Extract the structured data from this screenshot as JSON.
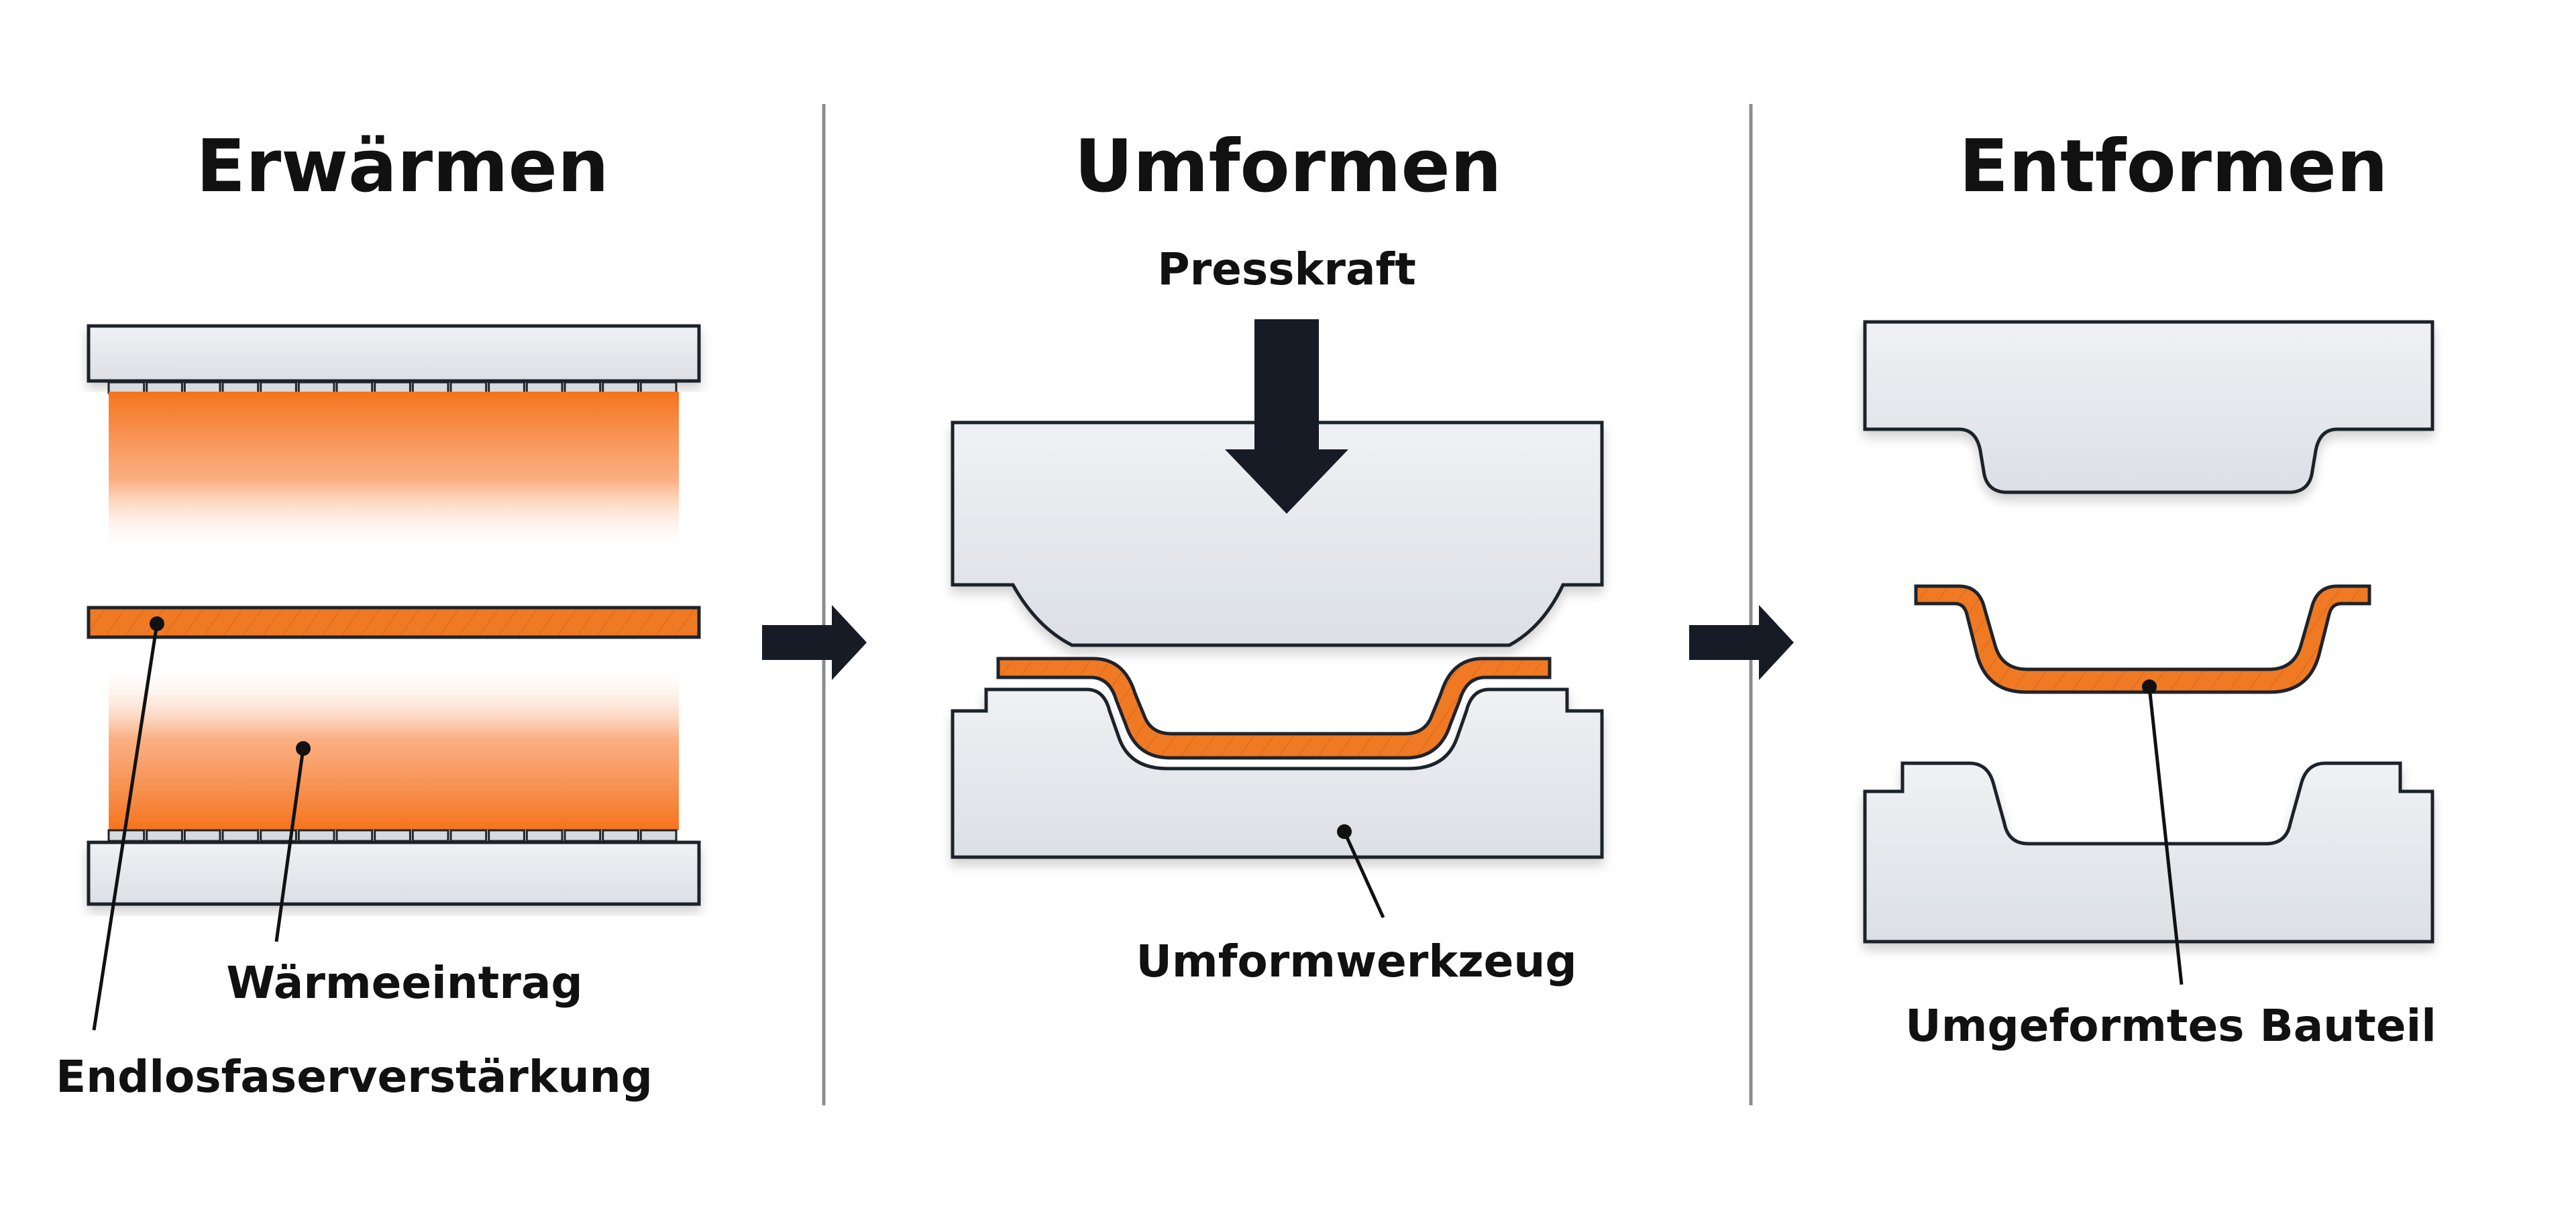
{
  "colors": {
    "background": "#ffffff",
    "tool_fill": "#e4e6ea",
    "tool_stroke": "#1f232b",
    "composite": "#f07a24",
    "heat": "#f5731c",
    "arrow": "#161b26",
    "divider": "#8a8d92"
  },
  "icons": {
    "process_arrow": "right-arrow-icon",
    "force_arrow": "down-arrow-icon"
  },
  "steps": [
    {
      "title": "Erwärmen"
    },
    {
      "title": "Umformen"
    },
    {
      "title": "Entformen"
    }
  ],
  "labels": {
    "heat_input": "Wärmeeintrag",
    "fiber_reinforcement": "Endlosfaserverstärkung",
    "press_force": "Presskraft",
    "forming_tool": "Umformwerkzeug",
    "formed_part": "Umgeformtes Bauteil"
  }
}
